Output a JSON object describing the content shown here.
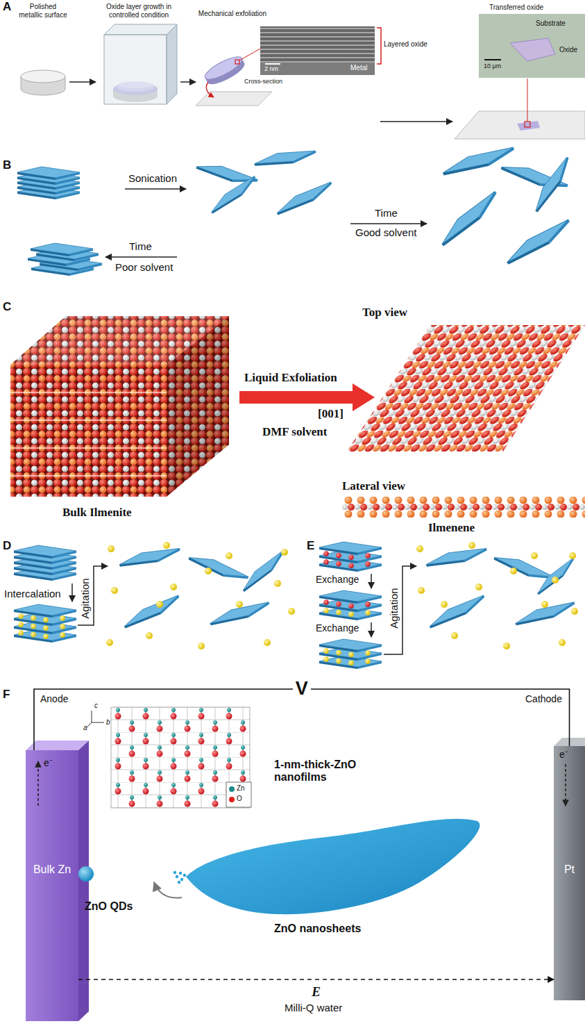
{
  "diagram": {
    "nodes": [
      {
        "text": [
          "Bulk Zn"
        ]
      },
      {
        "text": [
          "Pt"
        ]
      }
    ],
    "edges": [
      {
        "from": 0,
        "to": 1,
        "arrow": "none",
        "label": "V"
      },
      {
        "from": 0,
        "to": 1,
        "arrow": "to",
        "label": "E"
      }
    ],
    "labels": [
      "A",
      "Polished metallic surface",
      "Oxide layer growth in controlled condition",
      "Mechanical exfoliation",
      "Cross-section",
      "Layered oxide",
      "2 nm",
      "Metal",
      "Transferred oxide",
      "Substrate",
      "10 μm",
      "Oxide",
      "B",
      "Sonication",
      "Time",
      "Good solvent",
      "Time",
      "Poor solvent",
      "C",
      "Top view",
      "Liquid Exfoliation",
      "[001]",
      "DMF solvent",
      "Lateral view",
      "Bulk Ilmenite",
      "Ilmenene",
      "D",
      "Intercalation",
      "Agitation",
      "E",
      "Exchange",
      "Exchange",
      "Agitation",
      "F",
      "Anode",
      "Cathode",
      "a",
      "c",
      "b",
      "e⁻",
      "1-nm-thick-ZnO nanofilms",
      "e⁻",
      "ZnO QDs",
      "ZnO nanosheets",
      "Milli-Q water"
    ],
    "legend": [
      {
        "text": "Zn",
        "color": "#1f8a8a"
      },
      {
        "text": "O",
        "color": "#e0201b"
      }
    ]
  }
}
